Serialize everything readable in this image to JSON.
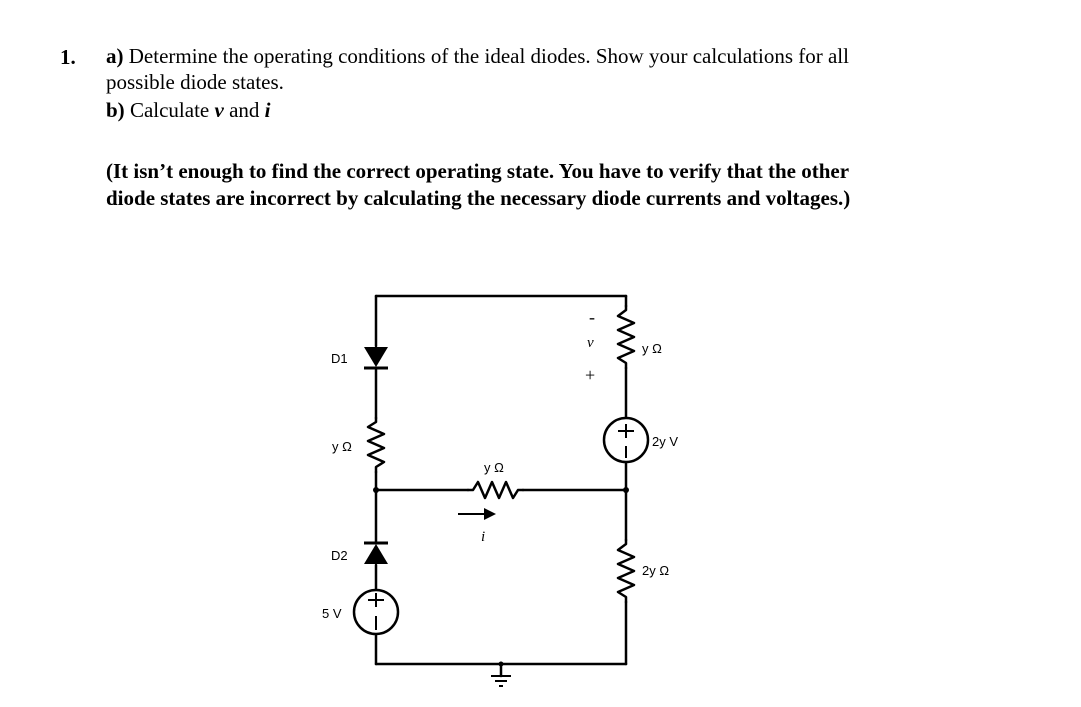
{
  "question": {
    "number": "1.",
    "part_a_label": "a)",
    "part_a_line1": "Determine the operating conditions of the ideal diodes. Show your calculations for all",
    "part_a_line2": "possible diode states.",
    "part_b_label": "b)",
    "part_b_text": "Calculate",
    "part_b_var_v": "v",
    "part_b_and": "and",
    "part_b_var_i": "i",
    "note_line1": "(It isn’t enough to find the correct operating state. You have to verify that the other",
    "note_line2": "diode states are incorrect by calculating the necessary diode currents and voltages.)"
  },
  "circuit": {
    "d1_label": "D1",
    "d2_label": "D2",
    "left_resistor_label": "y Ω",
    "middle_resistor_label": "y Ω",
    "right_top_resistor_label": "y Ω",
    "right_bottom_resistor_label": "2y Ω",
    "left_source_label": "5 V",
    "right_source_label": "2y V",
    "voltage_var": "v",
    "current_var": "i",
    "plus_sign": "+",
    "minus_sign": "-",
    "wire_color": "#000000"
  }
}
